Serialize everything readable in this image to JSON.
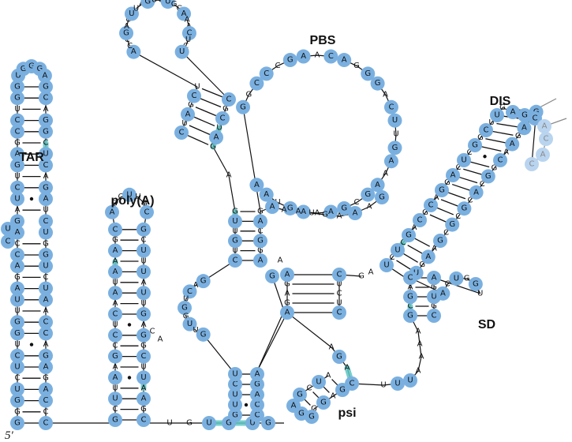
{
  "labels": {
    "tar": "TAR",
    "polya": "poly(A)",
    "pbs": "PBS",
    "dis": "DIS",
    "sd": "SD",
    "psi": "psi",
    "five_prime": "5′"
  },
  "colors": {
    "nucleotide": "#7ab0e0",
    "nucleotide_faded": "#b9d4ef",
    "highlight": "#5fc6c4",
    "line": "#111111"
  },
  "tar": {
    "left": [
      "G",
      "G",
      "G",
      "U",
      "C",
      "U",
      "C",
      "U",
      "G",
      "G",
      "U",
      "U",
      "A",
      "G",
      "A",
      "C",
      "C",
      "A",
      "G",
      "A",
      "U",
      "C",
      "U",
      "G",
      "A",
      "G",
      "C",
      "C",
      "U",
      "G",
      "G"
    ],
    "right": [
      "C",
      "C",
      "C",
      "A",
      "G",
      "A",
      "G",
      "A",
      "C",
      "C",
      "A",
      "A",
      "U",
      "C",
      "U",
      "G",
      "G",
      "U",
      "C",
      "U",
      "A",
      "G",
      "A",
      "C",
      "U",
      "C",
      "G",
      "G",
      "A",
      "C",
      "G"
    ]
  },
  "polya": {
    "left": [
      "G",
      "C",
      "U",
      "U",
      "A",
      "A",
      "G",
      "C",
      "C",
      "U",
      "C",
      "A",
      "A",
      "U",
      "A",
      "A",
      "A",
      "G",
      "C"
    ],
    "right": [
      "C",
      "G",
      "A",
      "A",
      "U",
      "U",
      "C",
      "G",
      "G",
      "A",
      "G",
      "U",
      "U",
      "A",
      "U",
      "U",
      "U",
      "C",
      "G"
    ],
    "loop": [
      "A",
      "G",
      "C",
      "U",
      "U",
      "G",
      "C"
    ]
  },
  "pbs_loop": [
    "G",
    "G",
    "C",
    "C",
    "C",
    "G",
    "A",
    "A",
    "C",
    "A",
    "G",
    "G",
    "G",
    "A",
    "C",
    "U",
    "U",
    "G",
    "A",
    "A",
    "A",
    "G",
    "C",
    "G",
    "A",
    "A",
    "A",
    "G",
    "U",
    "A",
    "A"
  ],
  "u5_stem": [
    "A",
    "G",
    "U",
    "G",
    "U",
    "G",
    "U",
    "G",
    "C",
    "C",
    "C",
    "G",
    "U",
    "C",
    "U",
    "G",
    "U",
    "U",
    "G",
    "U",
    "G",
    "U",
    "G",
    "A",
    "C"
  ],
  "dis": [
    "U",
    "C",
    "U",
    "C",
    "G",
    "A",
    "C",
    "G",
    "C",
    "A",
    "G",
    "G",
    "A",
    "C",
    "U",
    "C",
    "G",
    "G",
    "C",
    "U",
    "U",
    "G",
    "C",
    "U",
    "G",
    "A",
    "A",
    "G",
    "C",
    "G",
    "C",
    "G",
    "C",
    "A",
    "C",
    "G",
    "G",
    "C",
    "A",
    "A",
    "G",
    "A",
    "G",
    "G",
    "C",
    "G",
    "A",
    "G",
    "G",
    "G"
  ],
  "sd": [
    "G",
    "C",
    "G",
    "A",
    "C",
    "U",
    "G",
    "G",
    "U",
    "G",
    "A",
    "G",
    "U",
    "A",
    "C",
    "G",
    "C",
    "C",
    "A",
    "A",
    "A",
    "A",
    "A",
    "U",
    "U"
  ],
  "psi": [
    "G",
    "G",
    "A",
    "C",
    "U",
    "A",
    "G",
    "C",
    "G",
    "G",
    "A",
    "G",
    "G",
    "C",
    "U",
    "A",
    "G",
    "A",
    "A",
    "G",
    "G",
    "A",
    "G",
    "A",
    "G",
    "A",
    "G",
    "A",
    "U",
    "G",
    "G",
    "G",
    "U",
    "G",
    "C",
    "G",
    "A",
    "G",
    "A",
    "G",
    "C",
    "G",
    "U",
    "C",
    "A",
    "G",
    "U",
    "A",
    "U",
    "U",
    "A",
    "A",
    "G",
    "C",
    "G",
    "G",
    "G"
  ],
  "linker": [
    "U",
    "G",
    "U",
    "G",
    "U",
    "G",
    "A"
  ]
}
